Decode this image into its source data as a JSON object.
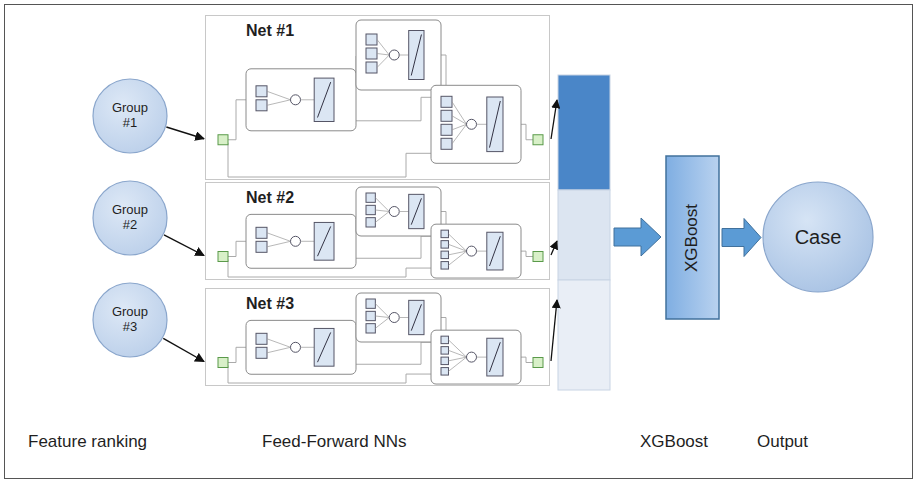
{
  "diagram": {
    "nodes": [
      {
        "text": [
          "Group #1"
        ]
      },
      {
        "text": [
          "Group #2"
        ]
      },
      {
        "text": [
          "Group #3"
        ]
      },
      {
        "text": [
          "Net #1"
        ]
      },
      {
        "text": [
          "Net #2"
        ]
      },
      {
        "text": [
          "Net #3"
        ]
      },
      {
        "text": [
          "XGBoost"
        ]
      },
      {
        "text": [
          "Case"
        ]
      }
    ],
    "edges": [
      {
        "from": 0,
        "to": 3,
        "arrow": "to"
      },
      {
        "from": 1,
        "to": 4,
        "arrow": "to"
      },
      {
        "from": 2,
        "to": 5,
        "arrow": "to"
      },
      {
        "from": 6,
        "to": 7,
        "arrow": "to"
      }
    ],
    "labels": [
      "Feature ranking",
      "Feed-Forward NNs",
      "XGBoost",
      "Output"
    ]
  }
}
